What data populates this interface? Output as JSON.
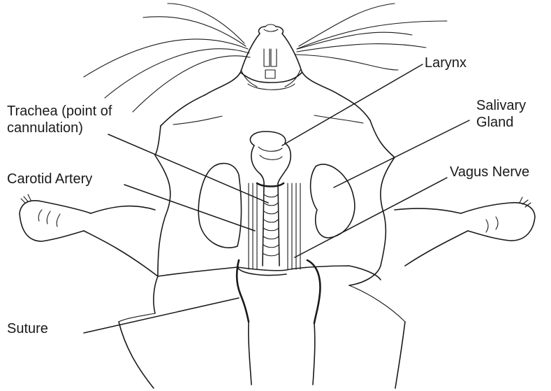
{
  "labels": {
    "larynx": "Larynx",
    "trachea_line1": "Trachea (point of",
    "trachea_line2": "cannulation)",
    "salivary_line1": "Salivary",
    "salivary_line2": "Gland",
    "carotid": "Carotid Artery",
    "vagus": "Vagus Nerve",
    "suture": "Suture"
  }
}
